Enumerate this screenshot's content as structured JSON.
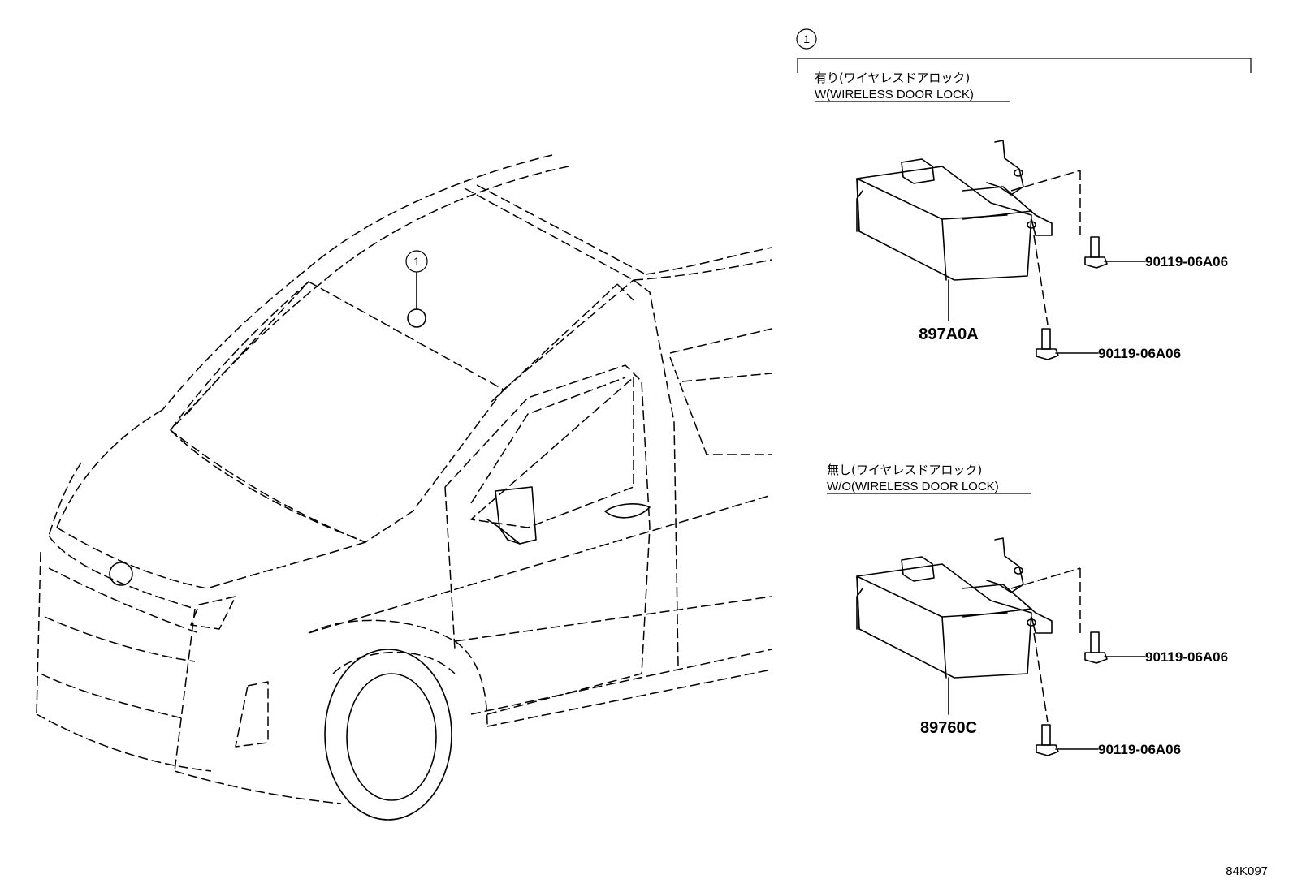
{
  "callout_number": "1",
  "section_with": {
    "caption_jp": "有り(ワイヤレスドアロック)",
    "caption_en": "W(WIRELESS DOOR LOCK)",
    "part_number": "897A0A",
    "bolt_top": "90119-06A06",
    "bolt_bottom": "90119-06A06"
  },
  "section_without": {
    "caption_jp": "無し(ワイヤレスドアロック)",
    "caption_en": "W/O(WIRELESS DOOR LOCK)",
    "part_number": "89760C",
    "bolt_top": "90119-06A06",
    "bolt_bottom": "90119-06A06"
  },
  "diagram_code": "84K097"
}
